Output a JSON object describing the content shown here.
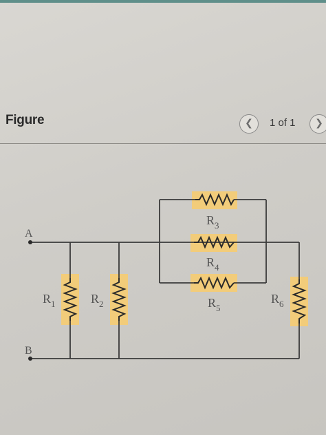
{
  "header": {
    "title": "Figure",
    "page_indicator": "1 of 1",
    "prev_icon": "chevron-left-icon",
    "next_icon": "chevron-right-icon"
  },
  "circuit": {
    "node_labels": [
      "A",
      "B"
    ],
    "resistors": [
      {
        "name": "R",
        "subscript": "1"
      },
      {
        "name": "R",
        "subscript": "2"
      },
      {
        "name": "R",
        "subscript": "3"
      },
      {
        "name": "R",
        "subscript": "4"
      },
      {
        "name": "R",
        "subscript": "5"
      },
      {
        "name": "R",
        "subscript": "6"
      }
    ],
    "resistor_highlight_color": "#f2cc7a",
    "wire_color": "#3a3a3a"
  }
}
